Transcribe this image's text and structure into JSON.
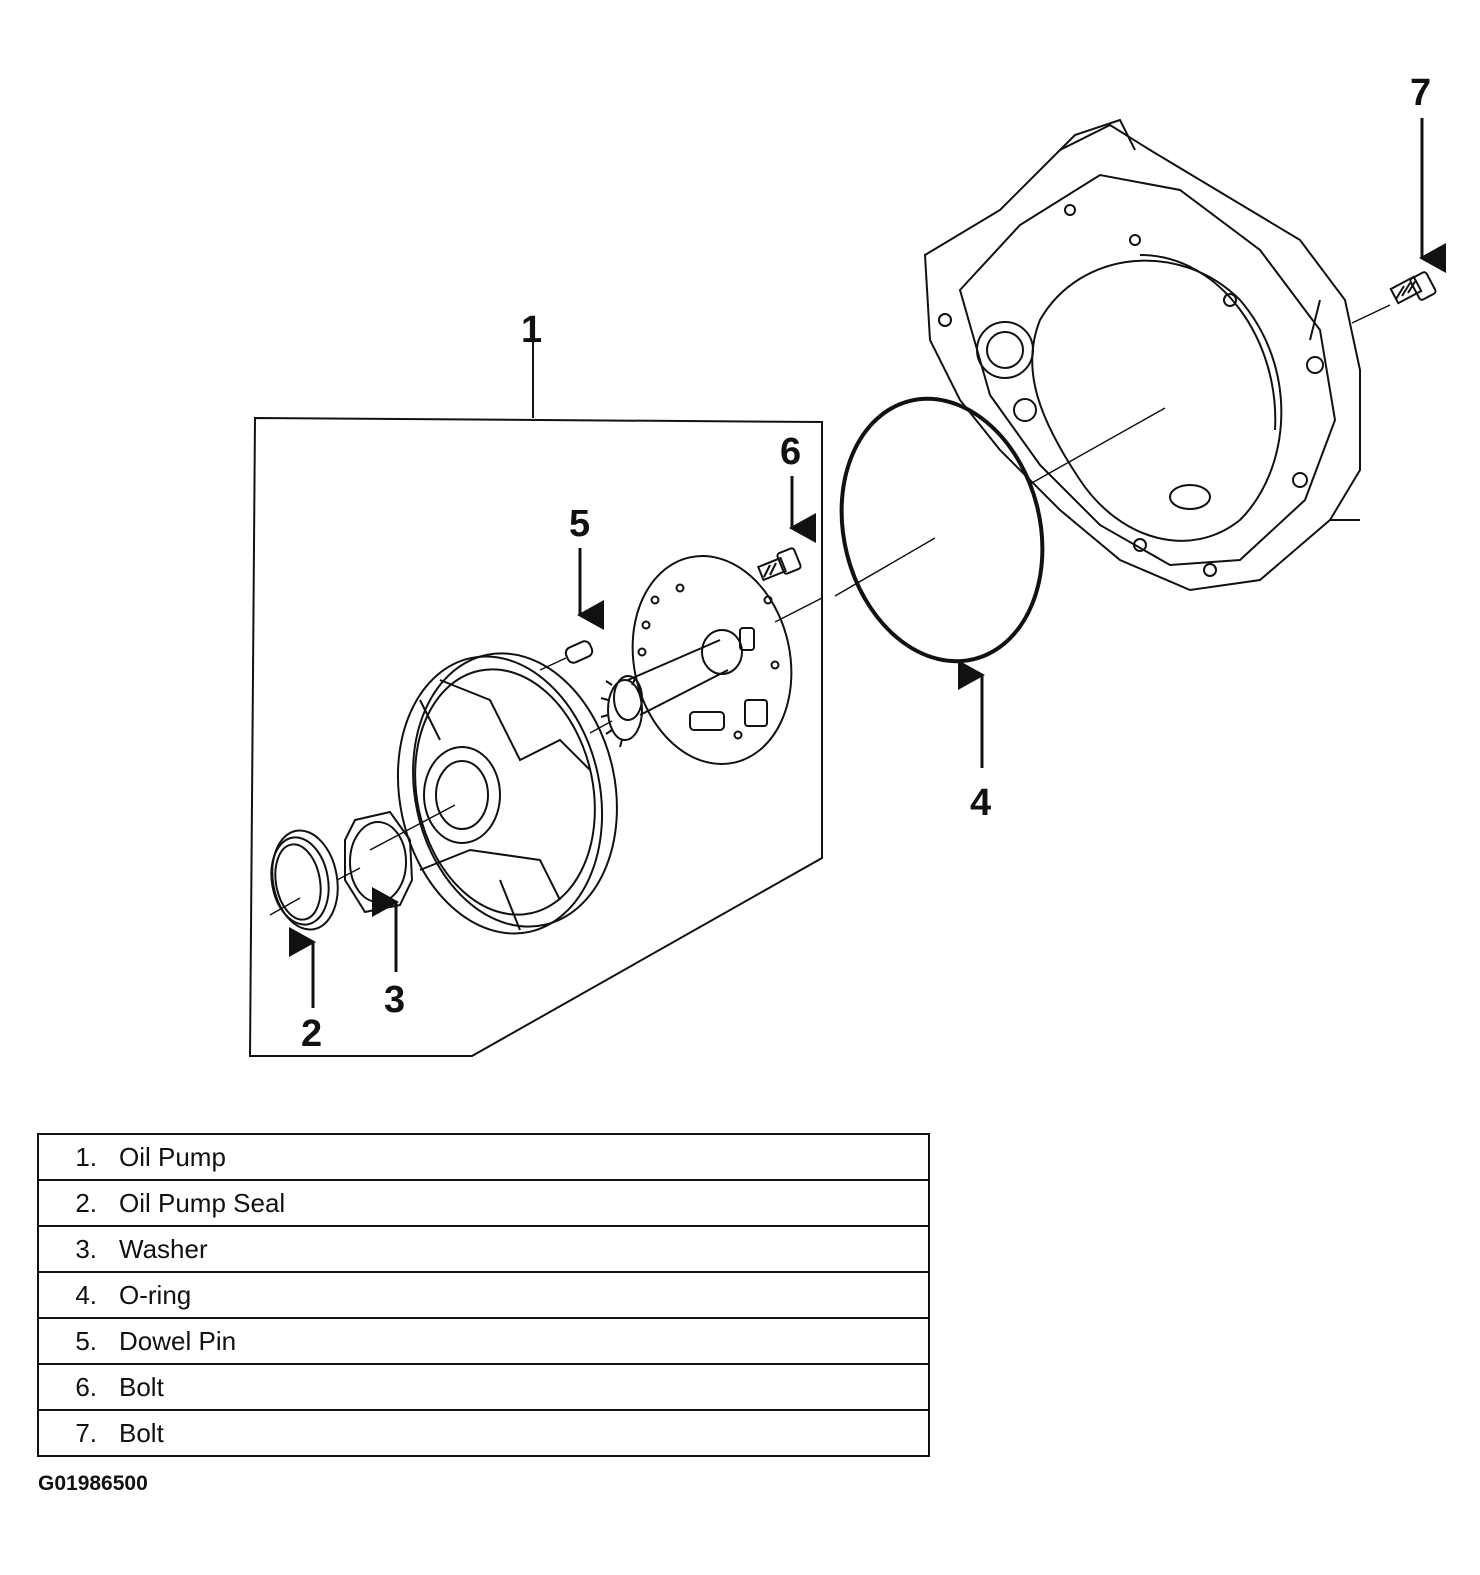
{
  "callouts": [
    "1",
    "2",
    "3",
    "4",
    "5",
    "6",
    "7"
  ],
  "legend": [
    {
      "num": "1.",
      "name": "Oil Pump"
    },
    {
      "num": "2.",
      "name": "Oil Pump Seal"
    },
    {
      "num": "3.",
      "name": "Washer"
    },
    {
      "num": "4.",
      "name": "O-ring"
    },
    {
      "num": "5.",
      "name": "Dowel Pin"
    },
    {
      "num": "6.",
      "name": "Bolt"
    },
    {
      "num": "7.",
      "name": "Bolt"
    }
  ],
  "figure_id": "G01986500"
}
